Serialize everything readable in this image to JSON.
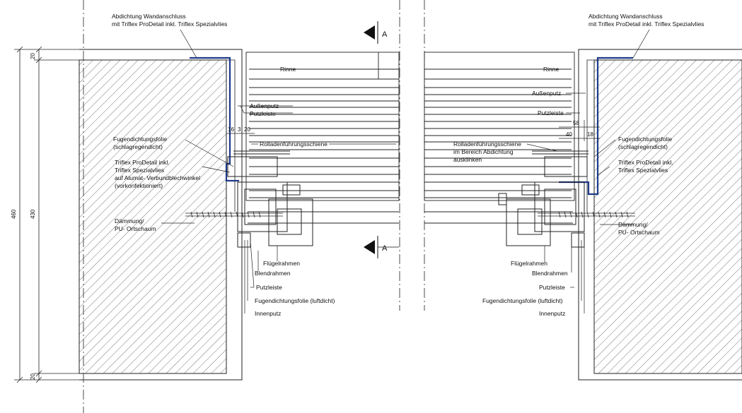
{
  "colors": {
    "line": "#1a1a1a",
    "hatch": "#444444",
    "membrane": "#1e3a8a",
    "background": "#ffffff"
  },
  "icons": {
    "section_marker": "filled-triangle-arrow"
  },
  "section": {
    "marker_label": "A"
  },
  "dimensions": {
    "total": "460",
    "inner": "430",
    "top": "20",
    "bottom": "20",
    "left_small": [
      "16",
      "3",
      "20"
    ],
    "right_small": [
      "58",
      "40",
      "18"
    ]
  },
  "labels_left": {
    "abdichtung_line1": "Abdichtung Wandanschluss",
    "abdichtung_line2": "mit Triflex ProDetail inkl. Triflex Spezialvlies",
    "fugen_line1": "Fugendichtungsfolie",
    "fugen_line2": "(schlagregendicht)",
    "triflex_line1": "Triflex ProDetail inkl.",
    "triflex_line2": "Triflex Spezialvlies",
    "triflex_line3": "auf Alumat- Verbundblechwinkel",
    "triflex_line4": "(vorkonfektioniert)",
    "daemmung_line1": "Dämmung/",
    "daemmung_line2": "PU- Ortschaum",
    "rinne": "Rinne",
    "aussenputz": "Außenputz",
    "putzleiste_top": "Putzleiste",
    "rollladen": "Rolladenführungsschiene",
    "fluegelrahmen": "Flügelrahmen",
    "blendrahmen": "Blendrahmen",
    "putzleiste_bottom": "Putzleiste",
    "fugen_luft": "Fugendichtungsfolie (luftdicht)",
    "innenputz": "Innenputz"
  },
  "labels_right": {
    "abdichtung_line1": "Abdichtung Wandanschluss",
    "abdichtung_line2": "mit Triflex ProDetail inkl. Triflex Spezialvlies",
    "rinne": "Rinne",
    "aussenputz": "Außenputz",
    "putzleiste_top": "Putzleiste",
    "rollladen_line1": "Rolladenführungsschiene",
    "rollladen_line2": "im Bereich Abdichtung",
    "rollladen_line3": "ausklinken",
    "fugen_line1": "Fugendichtungsfolie",
    "fugen_line2": "(schlagregendicht)",
    "triflex_line1": "Triflex ProDetail inkl.",
    "triflex_line2": "Triflex Spezialvlies",
    "daemmung_line1": "Dämmung/",
    "daemmung_line2": "PU- Ortschaum",
    "fluegelrahmen": "Flügelrahmen",
    "blendrahmen": "Blendrahmen",
    "putzleiste_bottom": "Putzleiste",
    "fugen_luft": "Fugendichtungsfolie (luftdicht)",
    "innenputz": "Innenputz"
  }
}
